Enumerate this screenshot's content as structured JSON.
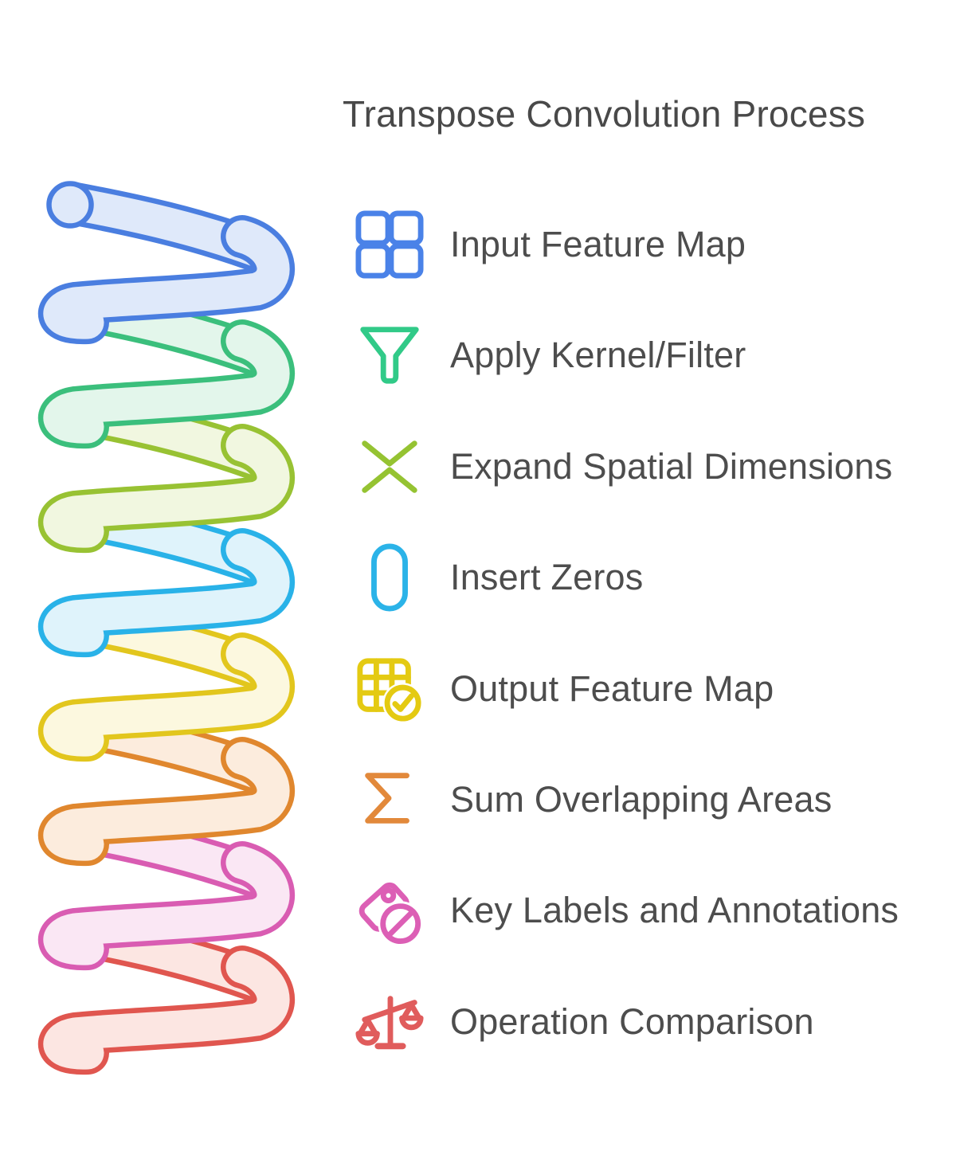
{
  "title": "Transpose Convolution Process",
  "items": [
    {
      "label": "Input Feature Map",
      "icon": "grid-2x2",
      "color": "#4a82e8"
    },
    {
      "label": "Apply Kernel/Filter",
      "icon": "funnel",
      "color": "#31ca88"
    },
    {
      "label": "Expand Spatial Dimensions",
      "icon": "collapse-vertical",
      "color": "#95c332"
    },
    {
      "label": "Insert Zeros",
      "icon": "capsule-zero",
      "color": "#2bb3e8"
    },
    {
      "label": "Output Feature Map",
      "icon": "table-check",
      "color": "#e4ca12"
    },
    {
      "label": "Sum Overlapping Areas",
      "icon": "sigma",
      "color": "#e2893b"
    },
    {
      "label": "Key Labels and Annotations",
      "icon": "tag-slash",
      "color": "#dc5fb5"
    },
    {
      "label": "Operation Comparison",
      "icon": "scale-balance",
      "color": "#e05c5c"
    }
  ],
  "spring": {
    "turns": [
      {
        "name": "coil-blue",
        "stroke": "#4a7ee0",
        "fill": "#dfe9fa"
      },
      {
        "name": "coil-green",
        "stroke": "#3bbf7c",
        "fill": "#e3f6eb"
      },
      {
        "name": "coil-olive",
        "stroke": "#98c233",
        "fill": "#f1f7e0"
      },
      {
        "name": "coil-cyan",
        "stroke": "#29b2e8",
        "fill": "#dff3fb"
      },
      {
        "name": "coil-yellow",
        "stroke": "#e2c61d",
        "fill": "#fcf8df"
      },
      {
        "name": "coil-orange",
        "stroke": "#e0872e",
        "fill": "#fcecdd"
      },
      {
        "name": "coil-pink",
        "stroke": "#d95cb2",
        "fill": "#fae7f4"
      },
      {
        "name": "coil-red",
        "stroke": "#e0564f",
        "fill": "#fce6e2"
      }
    ]
  },
  "colors": {
    "title": "#494949",
    "label": "#4d4d4d",
    "background": "#ffffff"
  }
}
